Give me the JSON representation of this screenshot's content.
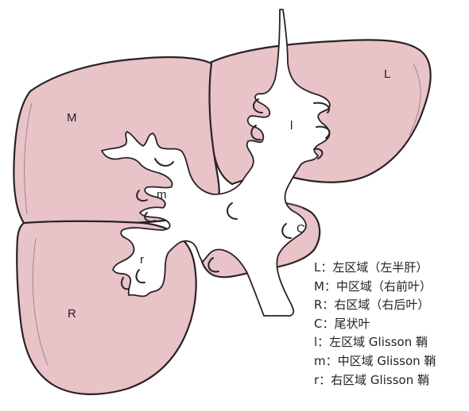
{
  "figure": {
    "labels": {
      "L": "L",
      "M": "M",
      "R": "R",
      "C": "C",
      "l": "l",
      "m": "m",
      "r": "r"
    },
    "colors": {
      "liver": "#e8c3c8",
      "outline": "#2a2224",
      "sheath": "#ffffff"
    }
  },
  "legend": [
    "L：左区域（左半肝）",
    "M：中区域（右前叶）",
    "R：右区域（右后叶）",
    "C：尾状叶",
    "l：左区域 Glisson 鞘",
    "m：中区域 Glisson 鞘",
    "r：右区域 Glisson 鞘"
  ]
}
